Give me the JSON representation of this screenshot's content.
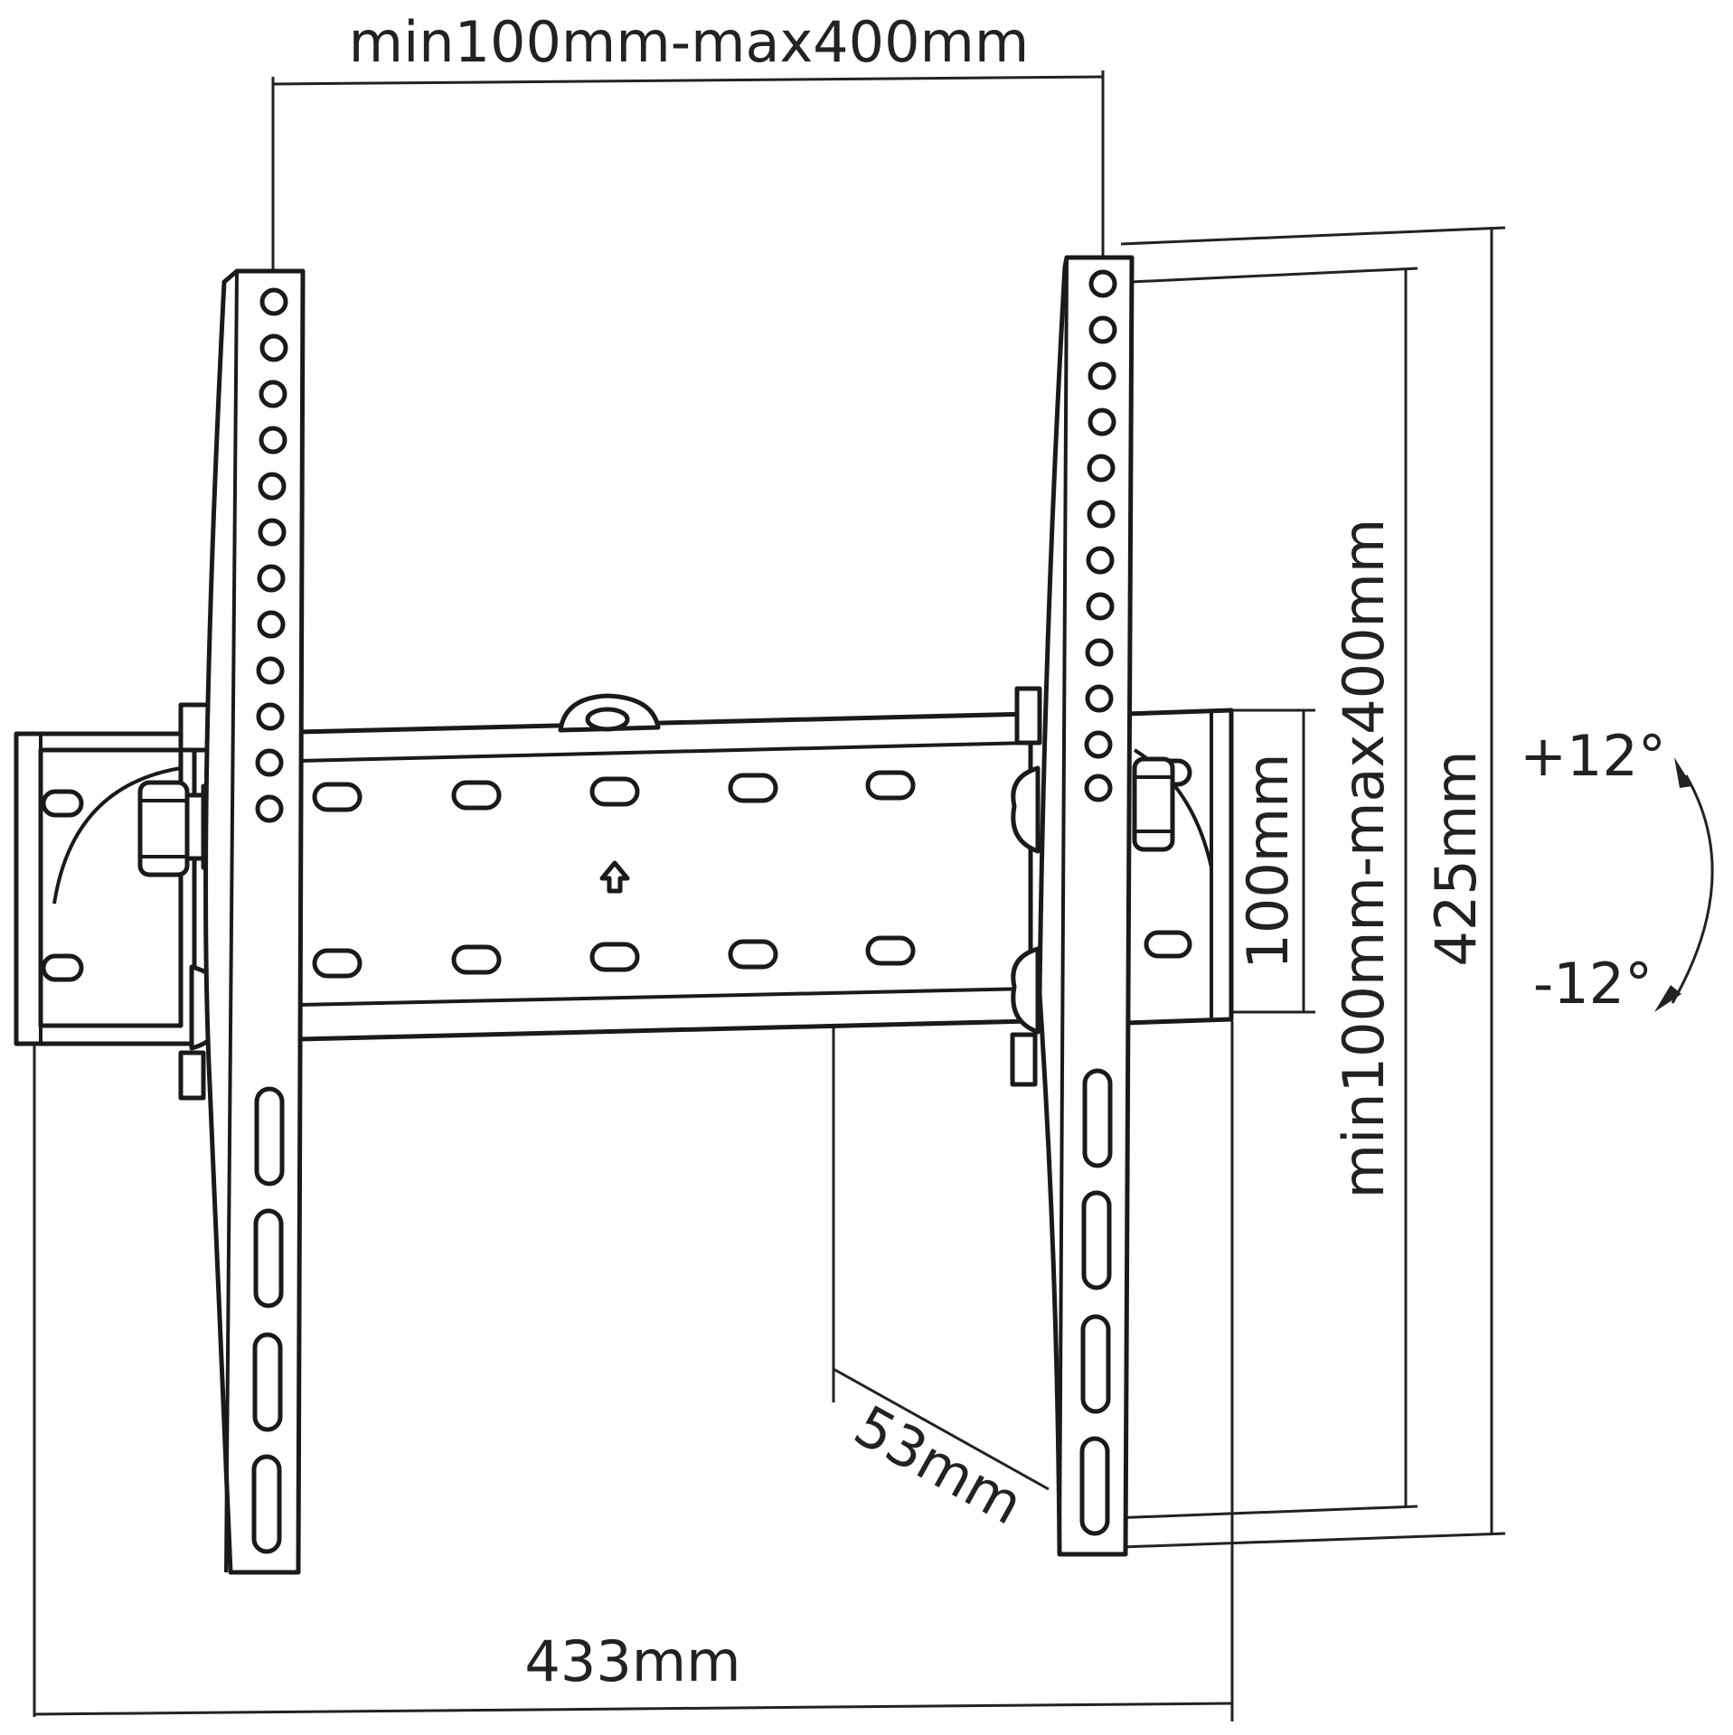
{
  "colors": {
    "ink": "#222222",
    "background": "#ffffff"
  },
  "icons": {
    "up_arrow": "up-arrow-icon",
    "tilt_arrow": "curved-double-arrow-icon"
  },
  "labels": {
    "top_width": "min100mm-max400mm",
    "plate_height": "100mm",
    "vertical_pattern": "min100mm-max400mm",
    "total_height": "425mm",
    "tilt_up": "+12°",
    "tilt_down": "-12°",
    "depth": "53mm",
    "total_width": "433mm"
  }
}
